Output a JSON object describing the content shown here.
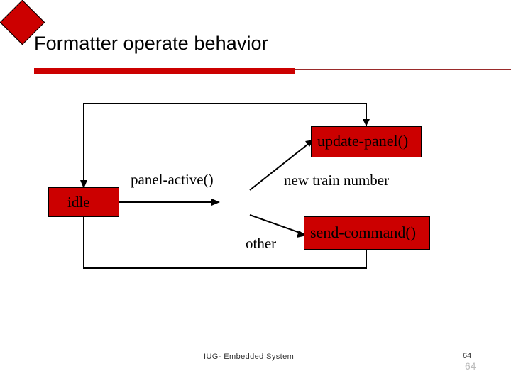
{
  "slide": {
    "title": "Formatter operate behavior",
    "accent_color": "#cc0000",
    "rule_color": "#9a2b2b"
  },
  "diagram": {
    "type": "state-machine",
    "nodes": [
      {
        "id": "idle",
        "label": "idle",
        "shape": "rounded-rect",
        "fill": "#cc0000"
      },
      {
        "id": "decision",
        "label": "",
        "shape": "diamond",
        "fill": "#cc0000"
      },
      {
        "id": "update-panel",
        "label": "update-panel()",
        "shape": "rounded-rect",
        "fill": "#cc0000"
      },
      {
        "id": "send-command",
        "label": "send-command()",
        "shape": "rounded-rect",
        "fill": "#cc0000"
      }
    ],
    "edge_labels": [
      {
        "id": "panel-active",
        "label": "panel-active()"
      },
      {
        "id": "new-train-number",
        "label": "new train number"
      },
      {
        "id": "other",
        "label": "other"
      }
    ]
  },
  "footer": {
    "center": "IUG- Embedded System",
    "page": "64",
    "page_shadow": "64"
  }
}
